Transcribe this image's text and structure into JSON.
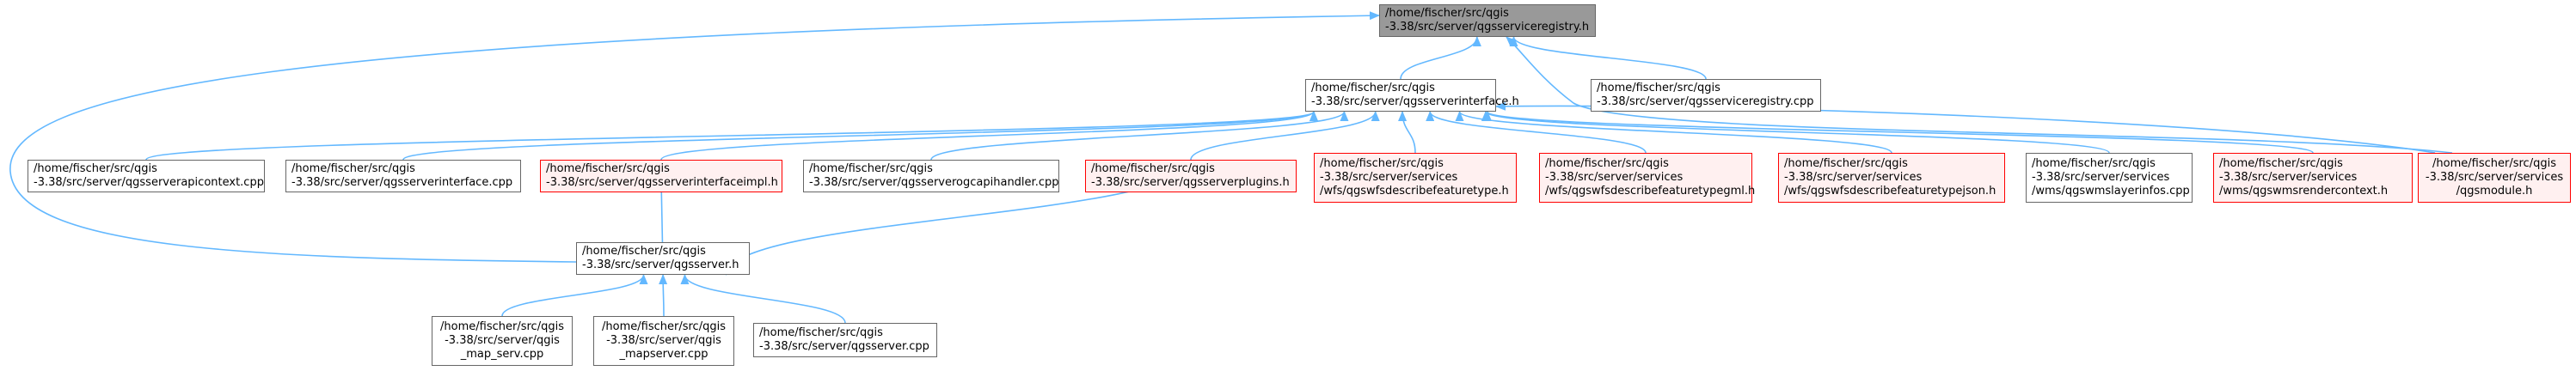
{
  "colors": {
    "edge": "#63b8ff",
    "highlight_fill": "#999999",
    "red_border": "#ff0000",
    "red_fill": "#fff0f0",
    "plain_border": "#666666"
  },
  "nodes": [
    {
      "id": "n_registry_h",
      "lines": [
        "/home/fischer/src/qgis",
        "-3.38/src/server/qgsserviceregistry.h"
      ],
      "style": "highlight",
      "align": "left"
    },
    {
      "id": "n_interface_h",
      "lines": [
        "/home/fischer/src/qgis",
        "-3.38/src/server/qgsserverinterface.h"
      ],
      "style": "plain",
      "align": "left"
    },
    {
      "id": "n_registry_cpp",
      "lines": [
        "/home/fischer/src/qgis",
        "-3.38/src/server/qgsserviceregistry.cpp"
      ],
      "style": "plain",
      "align": "left"
    },
    {
      "id": "n_apicontext",
      "lines": [
        "/home/fischer/src/qgis",
        "-3.38/src/server/qgsserverapicontext.cpp"
      ],
      "style": "plain",
      "align": "left"
    },
    {
      "id": "n_interface_cpp",
      "lines": [
        "/home/fischer/src/qgis",
        "-3.38/src/server/qgsserverinterface.cpp"
      ],
      "style": "plain",
      "align": "left"
    },
    {
      "id": "n_interfaceimpl",
      "lines": [
        "/home/fischer/src/qgis",
        "-3.38/src/server/qgsserverinterfaceimpl.h"
      ],
      "style": "red",
      "align": "left"
    },
    {
      "id": "n_ogcapi",
      "lines": [
        "/home/fischer/src/qgis",
        "-3.38/src/server/qgsserverogcapihandler.cpp"
      ],
      "style": "plain",
      "align": "left"
    },
    {
      "id": "n_plugins",
      "lines": [
        "/home/fischer/src/qgis",
        "-3.38/src/server/qgsserverplugins.h"
      ],
      "style": "red",
      "align": "left"
    },
    {
      "id": "n_wfs_type",
      "lines": [
        "/home/fischer/src/qgis",
        "-3.38/src/server/services",
        "/wfs/qgswfsdescribefeaturetype.h"
      ],
      "style": "red",
      "align": "left"
    },
    {
      "id": "n_wfs_gml",
      "lines": [
        "/home/fischer/src/qgis",
        "-3.38/src/server/services",
        "/wfs/qgswfsdescribefeaturetypegml.h"
      ],
      "style": "red",
      "align": "left"
    },
    {
      "id": "n_wfs_json",
      "lines": [
        "/home/fischer/src/qgis",
        "-3.38/src/server/services",
        "/wfs/qgswfsdescribefeaturetypejson.h"
      ],
      "style": "red",
      "align": "left"
    },
    {
      "id": "n_wms_layerinfos",
      "lines": [
        "/home/fischer/src/qgis",
        "-3.38/src/server/services",
        "/wms/qgswmslayerinfos.cpp"
      ],
      "style": "plain",
      "align": "left"
    },
    {
      "id": "n_wms_render",
      "lines": [
        "/home/fischer/src/qgis",
        "-3.38/src/server/services",
        "/wms/qgswmsrendercontext.h"
      ],
      "style": "red",
      "align": "left"
    },
    {
      "id": "n_module",
      "lines": [
        "/home/fischer/src/qgis",
        "-3.38/src/server/services",
        "/qgsmodule.h"
      ],
      "style": "red",
      "align": "center"
    },
    {
      "id": "n_server_h",
      "lines": [
        "/home/fischer/src/qgis",
        "-3.38/src/server/qgsserver.h"
      ],
      "style": "plain",
      "align": "left"
    },
    {
      "id": "n_map_serv",
      "lines": [
        "/home/fischer/src/qgis",
        "-3.38/src/server/qgis",
        "_map_serv.cpp"
      ],
      "style": "plain",
      "align": "center"
    },
    {
      "id": "n_mapserver",
      "lines": [
        "/home/fischer/src/qgis",
        "-3.38/src/server/qgis",
        "_mapserver.cpp"
      ],
      "style": "plain",
      "align": "center"
    },
    {
      "id": "n_server_cpp",
      "lines": [
        "/home/fischer/src/qgis",
        "-3.38/src/server/qgsserver.cpp"
      ],
      "style": "plain",
      "align": "left"
    }
  ],
  "edges": [
    {
      "from": "n_interface_h",
      "to": "n_registry_h"
    },
    {
      "from": "n_registry_cpp",
      "to": "n_registry_h"
    },
    {
      "from": "n_server_h",
      "to": "n_registry_h"
    },
    {
      "from": "n_module",
      "to": "n_registry_h"
    },
    {
      "from": "n_apicontext",
      "to": "n_interface_h"
    },
    {
      "from": "n_interface_cpp",
      "to": "n_interface_h"
    },
    {
      "from": "n_interfaceimpl",
      "to": "n_interface_h"
    },
    {
      "from": "n_ogcapi",
      "to": "n_interface_h"
    },
    {
      "from": "n_plugins",
      "to": "n_interface_h"
    },
    {
      "from": "n_wfs_type",
      "to": "n_interface_h"
    },
    {
      "from": "n_wfs_gml",
      "to": "n_interface_h"
    },
    {
      "from": "n_wfs_json",
      "to": "n_interface_h"
    },
    {
      "from": "n_wms_layerinfos",
      "to": "n_interface_h"
    },
    {
      "from": "n_wms_render",
      "to": "n_interface_h"
    },
    {
      "from": "n_module",
      "to": "n_interface_h"
    },
    {
      "from": "n_interfaceimpl",
      "to": "n_server_h",
      "reverse": true
    },
    {
      "from": "n_plugins",
      "to": "n_server_h",
      "reverse": true
    },
    {
      "from": "n_map_serv",
      "to": "n_server_h"
    },
    {
      "from": "n_mapserver",
      "to": "n_server_h"
    },
    {
      "from": "n_server_cpp",
      "to": "n_server_h"
    }
  ]
}
